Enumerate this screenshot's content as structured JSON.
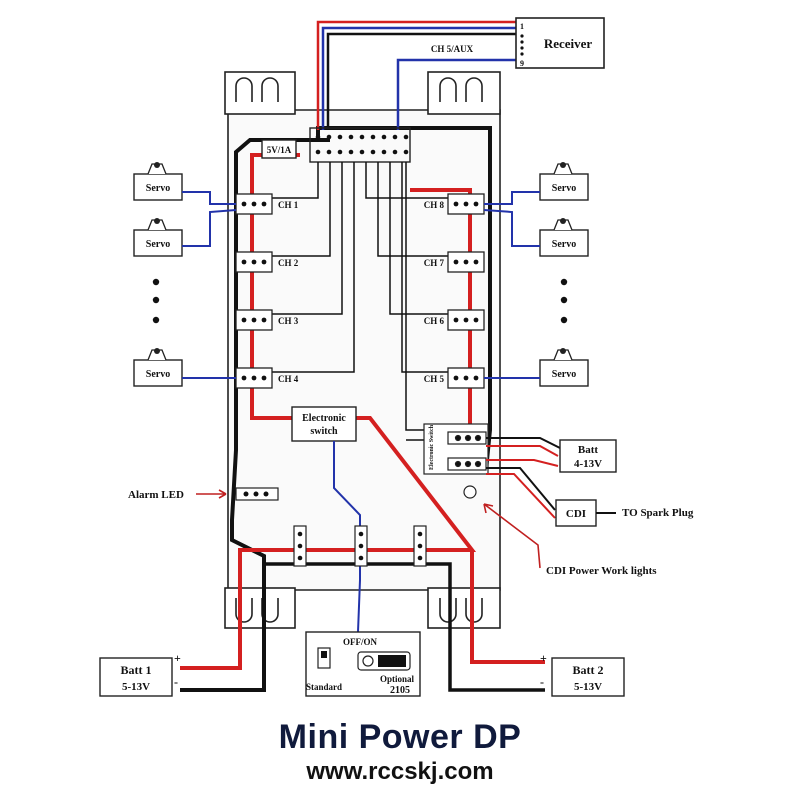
{
  "receiver": {
    "label": "Receiver",
    "pin_top": "1",
    "pin_bottom": "9",
    "ch_aux": "CH 5/AUX"
  },
  "regulator": "5V/1A",
  "servo_label": "Servo",
  "channels_left": [
    "CH 1",
    "CH 2",
    "CH 3",
    "CH 4"
  ],
  "channels_right": [
    "CH 8",
    "CH 7",
    "CH 6",
    "CH 5"
  ],
  "electronic_switch": [
    "Electronic",
    "switch"
  ],
  "small_switch": "Electronic Switch",
  "batt_small": {
    "name": "Batt",
    "range": "4-13V"
  },
  "cdi": "CDI",
  "spark_plug": "TO Spark Plug",
  "cdi_lights": "CDI Power Work lights",
  "alarm_led": "Alarm LED",
  "batt1": {
    "name": "Batt 1",
    "range": "5-13V",
    "plus": "+",
    "minus": "-"
  },
  "batt2": {
    "name": "Batt 2",
    "range": "5-13V",
    "plus": "+",
    "minus": "-"
  },
  "switch_panel": {
    "offon": "OFF/ON",
    "standard": "Standard",
    "optional": "Optional",
    "model": "2105"
  },
  "footer": {
    "title": "Mini Power DP",
    "url": "www.rccskj.com"
  },
  "colors": {
    "red": "#d42020",
    "blue": "#2233aa",
    "black": "#111111",
    "board": "#fafafa"
  }
}
